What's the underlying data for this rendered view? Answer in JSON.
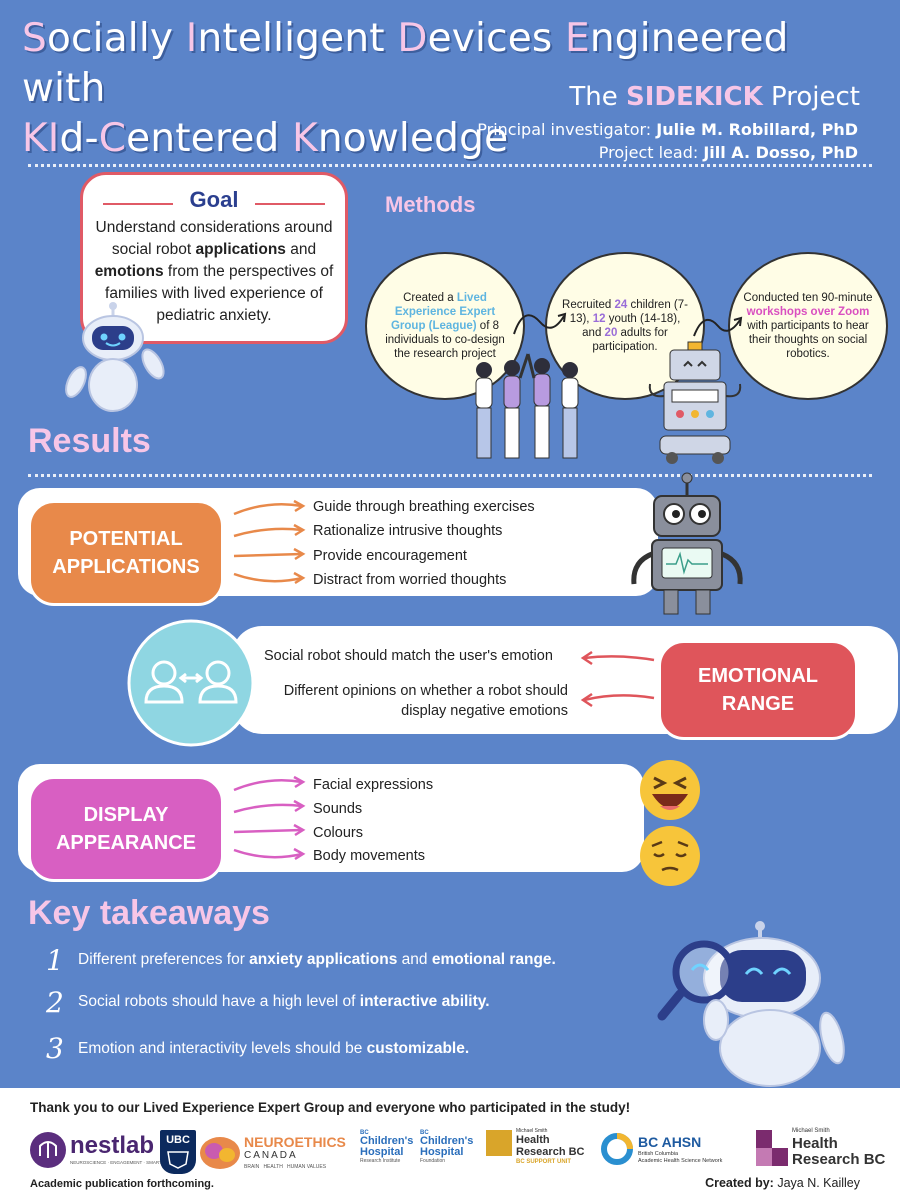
{
  "header": {
    "title_line1_parts": [
      "S",
      "ocially ",
      "I",
      "ntelligent ",
      "D",
      "evices ",
      "E",
      "ngineered with"
    ],
    "title_line2_parts": [
      "KI",
      "d-",
      "C",
      "entered ",
      "K",
      "nowledge"
    ],
    "project_prefix": "The ",
    "project_name": "SIDEKICK",
    "project_suffix": " Project",
    "pi_label": "Principal investigator: ",
    "pi_name": "Julie M. Robillard, PhD",
    "lead_label": "Project lead: ",
    "lead_name": "Jill A. Dosso, PhD"
  },
  "goal": {
    "title": "Goal",
    "text_1": "Understand considerations around social robot ",
    "bold_1": "applications",
    "text_2": " and ",
    "bold_2": "emotions",
    "text_3": " from the perspectives of families with lived experience of pediatric anxiety."
  },
  "methods": {
    "title": "Methods",
    "step1": {
      "t1": "Created a ",
      "h1": "Lived Experience Expert Group (League)",
      "t2": " of 8 individuals to co-design the research project"
    },
    "step2": {
      "t1": "Recruited ",
      "h1": "24",
      "t2": " children (7-13), ",
      "h2": "12",
      "t3": " youth (14-18), and ",
      "h3": "20",
      "t4": " adults for participation."
    },
    "step3": {
      "t1": "Conducted ten 90-minute ",
      "h1": "workshops over Zoom",
      "t2": " with participants to hear their thoughts on social robotics."
    }
  },
  "results": {
    "title": "Results",
    "applications": {
      "label_1": "POTENTIAL",
      "label_2": "APPLICATIONS",
      "items": [
        "Guide through breathing exercises",
        "Rationalize intrusive thoughts",
        "Provide encouragement",
        "Distract from worried thoughts"
      ]
    },
    "emotional": {
      "label_1": "EMOTIONAL",
      "label_2": "RANGE",
      "items": [
        "Social robot should match the user's emotion",
        "Different opinions on whether a robot should",
        "display negative emotions"
      ]
    },
    "display": {
      "label_1": "DISPLAY",
      "label_2": "APPEARANCE",
      "items": [
        "Facial expressions",
        "Sounds",
        "Colours",
        "Body movements"
      ]
    }
  },
  "takeaways": {
    "title": "Key takeaways",
    "items": [
      {
        "num": "1",
        "t1": "Different preferences for ",
        "b1": "anxiety applications",
        "t2": " and ",
        "b2": "emotional range."
      },
      {
        "num": "2",
        "t1": "Social robots should have a high level of ",
        "b1": "interactive ability."
      },
      {
        "num": "3",
        "t1": "Emotion and interactivity levels should be ",
        "b1": "customizable."
      }
    ]
  },
  "footer": {
    "thanks": "Thank you to our Lived Experience Expert Group and everyone who participated in the study!",
    "publication": "Academic publication forthcoming.",
    "created_label": "Created by:",
    "created_name": " Jaya N. Kailley",
    "logos": {
      "nestlab": "nestlab",
      "nestlab_sub": "NEUROSCIENCE · ENGAGEMENT · SMART TECH",
      "ubc": "UBC",
      "neuro_1": "NEUROETHICS",
      "neuro_2": "CANADA",
      "neuro_3": "BRAIN   HEALTH   HUMAN VALUES",
      "bcch1_a": "BC",
      "bcch1_b": "Children's",
      "bcch1_c": "Hospital",
      "bcch1_d": "Research Institute",
      "bcch2_a": "BC",
      "bcch2_b": "Children's",
      "bcch2_c": "Hospital",
      "bcch2_d": "Foundation",
      "msh1_a": "Michael Smith",
      "msh1_b": "Health",
      "msh1_c": "Research BC",
      "msh1_d": "BC SUPPORT UNIT",
      "ahsn_a": "BC AHSN",
      "ahsn_b": "British Columbia",
      "ahsn_c": "Academic Health Science Network",
      "msh2_a": "Michael Smith",
      "msh2_b": "Health",
      "msh2_c": "Research BC"
    }
  },
  "colors": {
    "background": "#5b84c9",
    "pink_heading": "#f7c6e7",
    "orange": "#e8894a",
    "red": "#df555b",
    "magenta": "#d85fc2"
  }
}
